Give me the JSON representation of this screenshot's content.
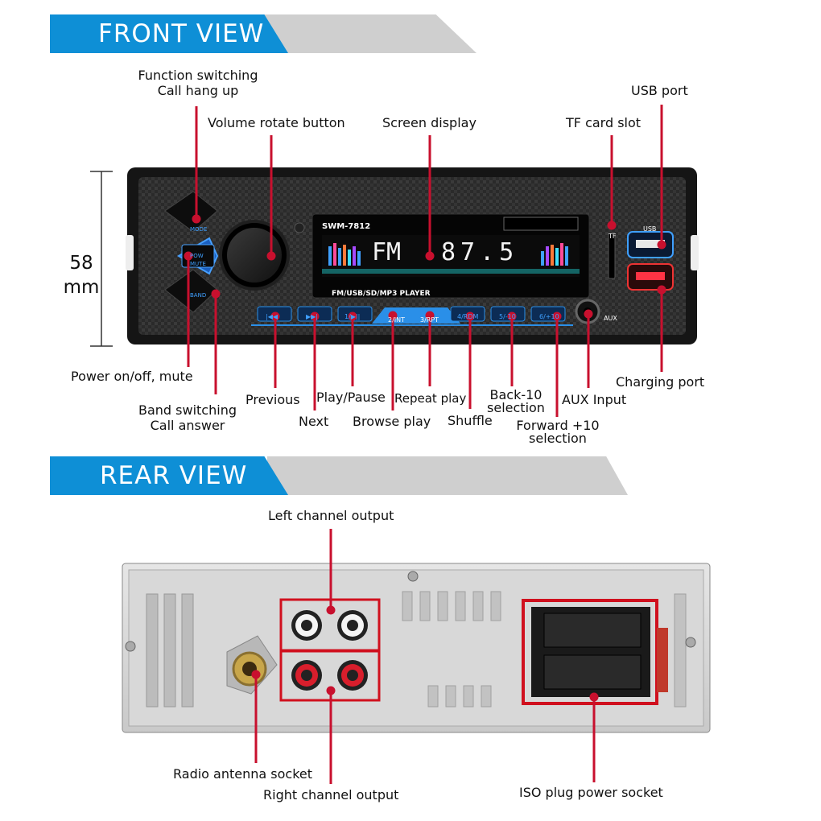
{
  "front": {
    "title": "FRONT VIEW",
    "height_label": [
      "58",
      "mm"
    ],
    "device": {
      "model": "SWM-7812",
      "player_label": "FM/USB/SD/MP3  PLAYER",
      "display_band": "FM",
      "display_freq": "87.5",
      "mode_label": "MODE",
      "pow_label": [
        "POW",
        "MUTE"
      ],
      "band_label": "BAND",
      "usb_label": "USB",
      "tf_label": "TF",
      "aux_label": "AUX",
      "buttons": [
        "|◀◀",
        "▶▶|",
        "1/▶||",
        "2/INT",
        "3/RPT",
        "4/RDM",
        "5/-10",
        "6/+10"
      ]
    },
    "labels": {
      "function_switching": [
        "Function switching",
        "Call hang up"
      ],
      "volume": "Volume rotate button",
      "screen": "Screen display",
      "tf_slot": "TF card slot",
      "usb_port": "USB port",
      "power": "Power on/off, mute",
      "band_switching": [
        "Band switching",
        "Call answer"
      ],
      "previous": "Previous",
      "next": "Next",
      "play_pause": "Play/Pause",
      "browse": "Browse play",
      "repeat": "Repeat play",
      "shuffle": "Shuffle",
      "back10": [
        "Back-10",
        "selection"
      ],
      "forward10": [
        "Forward +10",
        "selection"
      ],
      "aux": "AUX Input",
      "charging": "Charging port"
    }
  },
  "rear": {
    "title": "REAR VIEW",
    "labels": {
      "left_channel": "Left channel output",
      "right_channel": "Right channel output",
      "antenna": "Radio antenna socket",
      "iso": "ISO plug power socket"
    }
  },
  "colors": {
    "banner_blue": "#0e8fd6",
    "banner_grey": "#cfcfcf",
    "pointer_red": "#c8102e",
    "display_white": "#f2f2f2",
    "button_blue": "#2a8fe8"
  }
}
